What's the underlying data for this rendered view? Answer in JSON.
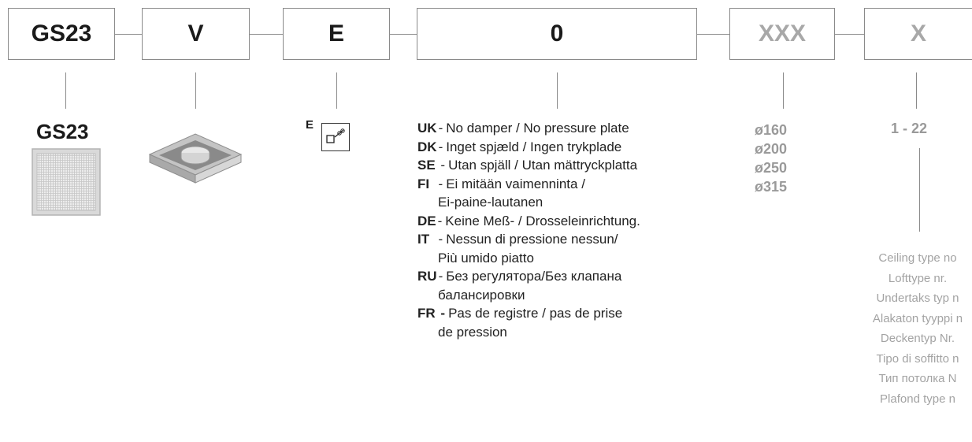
{
  "code_boxes": [
    {
      "label": "GS23"
    },
    {
      "label": "V"
    },
    {
      "label": "E"
    },
    {
      "label": "0"
    },
    {
      "label": "XXX"
    },
    {
      "label": "X"
    }
  ],
  "product": {
    "label": "GS23"
  },
  "damper_option": {
    "letter": "E"
  },
  "languages": [
    {
      "code": "UK",
      "lines": [
        "No damper / No pressure plate"
      ]
    },
    {
      "code": "DK",
      "lines": [
        "Inget spjæld / Ingen trykplade"
      ]
    },
    {
      "code": "SE",
      "lines": [
        "Utan spjäll / Utan mättryckplatta"
      ]
    },
    {
      "code": "FI",
      "lines": [
        "Ei mitään vaimenninta /",
        "Ei-paine-lautanen"
      ]
    },
    {
      "code": "DE",
      "lines": [
        "Keine Meß- / Drosseleinrichtung."
      ]
    },
    {
      "code": "IT",
      "lines": [
        "Nessun di pressione nessun/",
        "Più umido piatto"
      ]
    },
    {
      "code": "RU",
      "lines": [
        "Без регулятора/Без клапана",
        "балансировки"
      ]
    },
    {
      "code": "FR",
      "lines": [
        "Pas de registre / pas de prise",
        "de pression"
      ]
    }
  ],
  "diameters": [
    "ø160",
    "ø200",
    "ø250",
    "ø315"
  ],
  "range": "1 - 22",
  "ceiling_type": [
    "Ceiling type no",
    "Lofttype nr.",
    "Undertaks typ n",
    "Alakaton tyyppi n",
    "Deckentyp Nr.",
    "Tipo di soffitto n",
    "Тип потолка N",
    "Plafond type n"
  ],
  "colors": {
    "border": "#8a8a8a",
    "dim_text": "#a8a8a8",
    "text": "#1a1a1a"
  }
}
